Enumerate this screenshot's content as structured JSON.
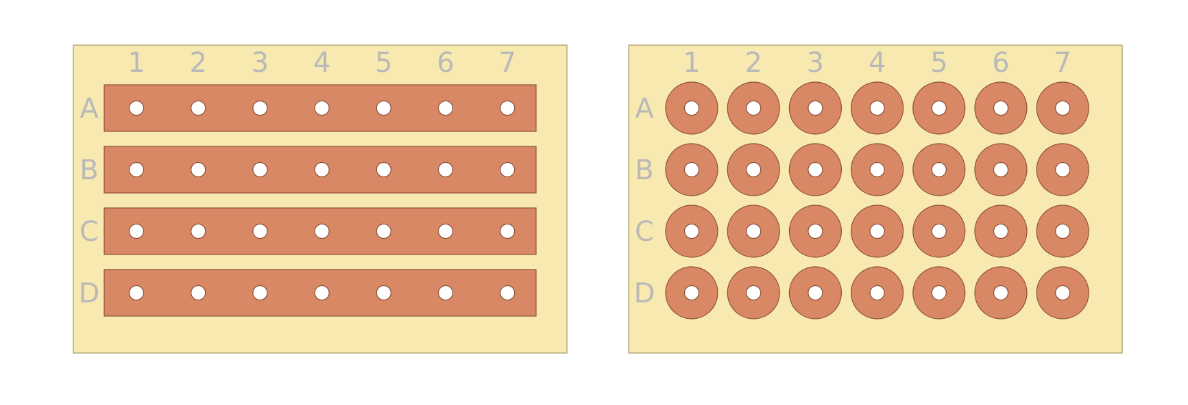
{
  "colors": {
    "board": "#f7e9b0",
    "copper": "#d98865",
    "label": "#b9b9b9",
    "hole": "#ffffff"
  },
  "boards": [
    {
      "kind": "stripboard",
      "column_labels": [
        "1",
        "2",
        "3",
        "4",
        "5",
        "6",
        "7"
      ],
      "row_labels": [
        "A",
        "B",
        "C",
        "D"
      ]
    },
    {
      "kind": "padboard",
      "column_labels": [
        "1",
        "2",
        "3",
        "4",
        "5",
        "6",
        "7"
      ],
      "row_labels": [
        "A",
        "B",
        "C",
        "D"
      ]
    }
  ]
}
